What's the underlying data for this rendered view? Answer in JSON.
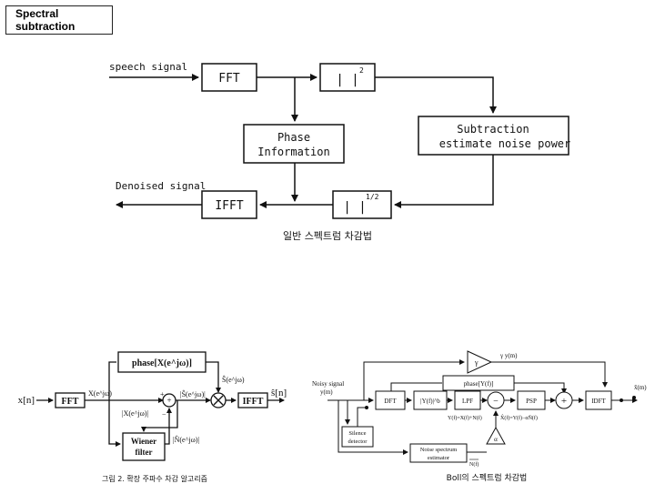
{
  "page_title": "Spectral subtraction",
  "top_diagram": {
    "input_label": "speech signal",
    "output_label": "Denoised signal",
    "fft": "FFT",
    "magnitude_squared_base": "| |",
    "magnitude_squared_exp": "2",
    "phase_line1": "Phase",
    "phase_line2": "Information",
    "subtraction_line1": "Subtraction",
    "subtraction_line2": "estimate noise power",
    "sqrt_base": "| |",
    "sqrt_exp": "1/2",
    "ifft": "IFFT",
    "caption": "일반 스펙트럼 차감법"
  },
  "left_diagram": {
    "input": "x[n]",
    "fft": "FFT",
    "x_spectrum": "X(e^jω)",
    "phase_block": "phase[X(e^jω)]",
    "magnitude": "|X(e^jω)|",
    "plus": "+",
    "minus": "−",
    "sum_symbol": "+",
    "s_mag": "|Ŝ(e^jω)|",
    "s_hat": "Ŝ(e^jω)",
    "mult_symbol": "×",
    "ifft": "IFFT",
    "output": "ŝ[n]",
    "wiener_line1": "Wiener",
    "wiener_line2": "filter",
    "noise_mag": "|N̂(e^jω)|",
    "caption": "그림 2. 확장 주파수 차감 알고리즘"
  },
  "right_diagram": {
    "noisy_line1": "Noisy signal",
    "noisy_line2": "y(m)",
    "gamma_block": "γ",
    "gamma_out": "γ y(m)",
    "phase_block": "phase[Y(f)]",
    "dft": "DFT",
    "power": "|Y(f)|^b",
    "lpf": "LPF",
    "lpf_out": "Y(f)=X(f)+N(f)",
    "minus_symbol": "−",
    "x_hat_eq": "X̂(f)=Y(f)−αN̄(f)",
    "psp": "PSP",
    "plus_symbol": "+",
    "idft": "IDFT",
    "x_hat_out": "x̂(m)",
    "silence_line1": "Silence",
    "silence_line2": "detector",
    "alpha": "α",
    "noise_line1": "Noise spectrum",
    "noise_line2": "estimator",
    "n_bar": "N(f)",
    "caption": "Boll의 스펙트럼 차감법"
  }
}
